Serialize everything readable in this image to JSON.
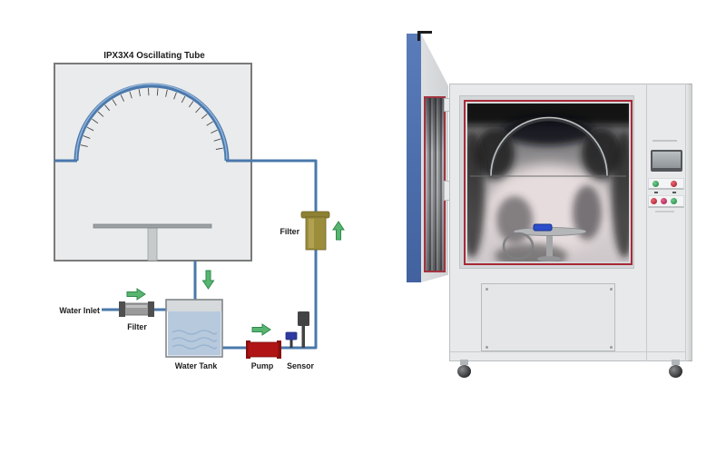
{
  "figure": {
    "diagram": {
      "title": "IPX3X4 Oscillating Tube",
      "labels": {
        "water_inlet": "Water Inlet",
        "inlet_filter": "Filter",
        "water_tank": "Water Tank",
        "pump": "Pump",
        "sensor": "Sensor",
        "line_filter": "Filter"
      },
      "colors": {
        "pipe_blue": "#4a78ab",
        "flow_arrow_green": "#58b571",
        "pump_red": "#b11414",
        "line_filter_olive": "#9c8d3d",
        "inlet_filter_gray": "#9a9a9a",
        "tank_water_blue": "#b7c9dd",
        "sensor_blue": "#2f3aa0",
        "box_fill": "#eaebec"
      }
    },
    "photo": {
      "alt": "IPX3X4 oscillating tube water spray test chamber with door open, stainless steel interior, round sample table with blue specimen, side control panel with display and indicator buttons",
      "colors": {
        "door_edge_blue": "#4e6fae",
        "cabinet_gray": "#e7e9ea",
        "door_seal_red": "#a82a38",
        "indicator_green": "#2f9e53",
        "indicator_red": "#c42438",
        "sample_device_blue": "#2c4ecb"
      }
    }
  }
}
